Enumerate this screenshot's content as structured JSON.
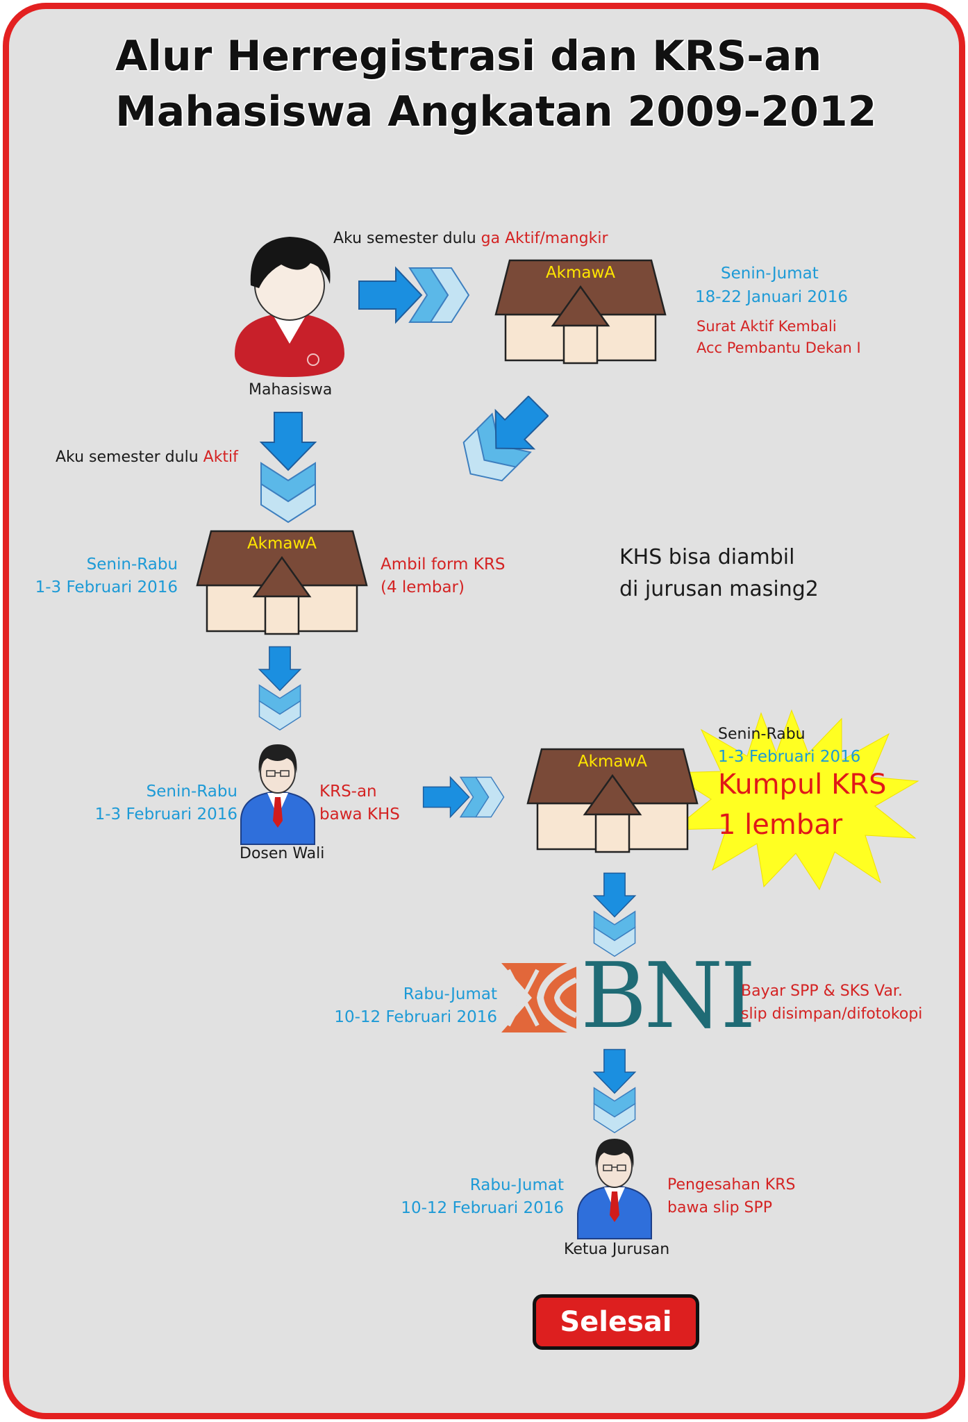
{
  "title": {
    "line1": "Alur Herregistrasi dan KRS-an",
    "line2": "Mahasiswa Angkatan 2009-2012"
  },
  "step1": {
    "note_prefix": "Aku semester dulu ",
    "note_highlight": "ga Aktif/mangkir",
    "actor_label": "Mahasiswa",
    "office_label": "AkmawA",
    "schedule_day": "Senin-Jumat",
    "schedule_date": "18-22 Januari 2016",
    "task_line1": "Surat Aktif Kembali",
    "task_line2": "Acc Pembantu Dekan I"
  },
  "step2": {
    "note_prefix": "Aku semester dulu ",
    "note_highlight": "Aktif",
    "office_label": "AkmawA",
    "schedule_day": "Senin-Rabu",
    "schedule_date": "1-3 Februari 2016",
    "task_line1": "Ambil form KRS",
    "task_line2": "(4 lembar)"
  },
  "khs_note": {
    "line1": "KHS bisa diambil",
    "line2": "di jurusan masing2"
  },
  "step3": {
    "actor_label": "Dosen Wali",
    "schedule_day": "Senin-Rabu",
    "schedule_date": "1-3 Februari 2016",
    "task_line1": "KRS-an",
    "task_line2": "bawa KHS"
  },
  "step4": {
    "office_label": "AkmawA",
    "schedule_day": "Senin-Rabu",
    "schedule_date": "1-3 Februari 2016",
    "task_line1": "Kumpul KRS",
    "task_line2": "1 lembar"
  },
  "step5": {
    "bank_logo_text": "BNI",
    "schedule_day": "Rabu-Jumat",
    "schedule_date": "10-12 Februari 2016",
    "task_line1": "Bayar SPP & SKS Var.",
    "task_line2": "slip disimpan/difotokopi"
  },
  "step6": {
    "actor_label": "Ketua Jurusan",
    "schedule_day": "Rabu-Jumat",
    "schedule_date": "10-12 Februari 2016",
    "task_line1": "Pengesahan KRS",
    "task_line2": "bawa slip SPP"
  },
  "finish_label": "Selesai",
  "colors": {
    "frame_border": "#e32020",
    "background": "#e1e1e1",
    "schedule_text": "#1d9ad6",
    "task_text": "#d42323",
    "arrow_dark": "#1b8fe0",
    "arrow_mid": "#5bb8e8",
    "arrow_light": "#c3e3f3",
    "roof": "#7a4a38",
    "wall": "#f8e6d2",
    "office_label": "#ffe600",
    "burst": "#ffff22",
    "bni_orange": "#e2673a",
    "bni_teal": "#1f6b75",
    "finish_button": "#dd1f1f"
  },
  "icons": {
    "student": "student-avatar-icon",
    "office": "building-icon",
    "lecturer": "lecturer-avatar-icon",
    "bank": "bni-logo-icon",
    "arrow": "triple-chevron-arrow-icon"
  }
}
